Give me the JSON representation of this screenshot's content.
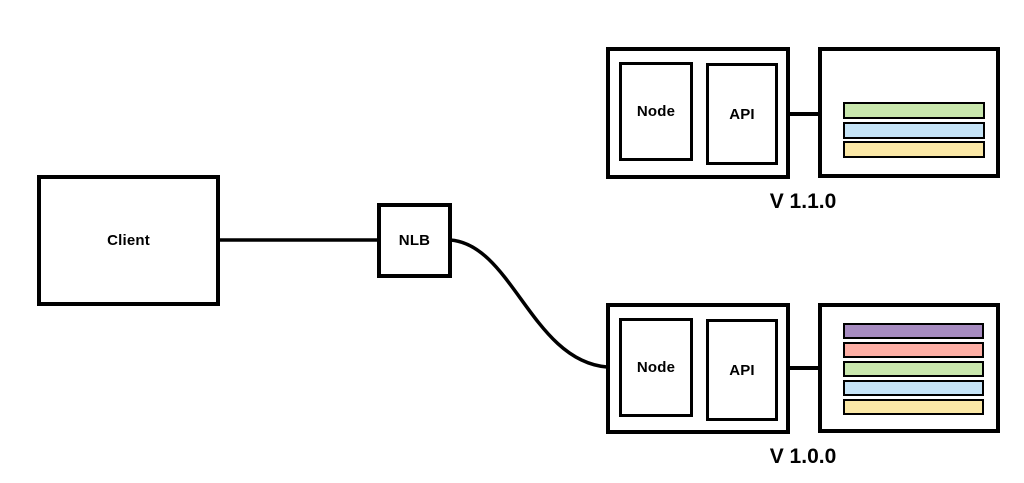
{
  "diagram": {
    "client_label": "Client",
    "nlb_label": "NLB",
    "groups": [
      {
        "version_label": "V 1.1.0",
        "node_label": "Node",
        "api_label": "API",
        "stripe_colors": [
          "#c9e7ad",
          "#c5e3f6",
          "#fbe8a6"
        ]
      },
      {
        "version_label": "V 1.0.0",
        "node_label": "Node",
        "api_label": "API",
        "stripe_colors": [
          "#a68bc0",
          "#feafa5",
          "#c9e7ad",
          "#c5e3f6",
          "#fbe8a6"
        ]
      }
    ],
    "colors": {
      "stroke": "#000000",
      "background": "#ffffff"
    }
  }
}
